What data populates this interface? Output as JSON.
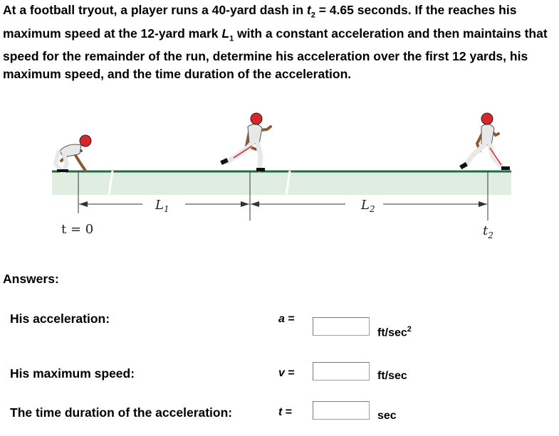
{
  "problem": {
    "p1": "At a football tryout, a player runs a 40-yard dash in ",
    "t2_sym": "t",
    "t2_sub": "2",
    "p2": " = 4.65 seconds. If the reaches his maximum speed at the 12-yard mark ",
    "L1_sym": "L",
    "L1_sub": "1",
    "p3": " with a constant acceleration and then maintains that speed for the remainder of the run, determine his acceleration over the first 12 yards, his maximum speed, and the time duration of the acceleration."
  },
  "figure": {
    "t0_label": "t = 0",
    "L1_letter": "L",
    "L1_sub": "1",
    "L2_letter": "L",
    "L2_sub": "2",
    "t2_letter": "t",
    "t2_sub": "2",
    "colors": {
      "ground": "#dfeee0",
      "ground_line": "#1e6b4a",
      "helmet": "#d9262c",
      "uniform": "#e8e8e8",
      "skin": "#8a5a33"
    }
  },
  "answers_heading": "Answers:",
  "rows": [
    {
      "label": "His acceleration:",
      "var": "a",
      "eq": " =",
      "value": "",
      "unit": "ft/sec",
      "unit_sup": "2"
    },
    {
      "label": "His maximum speed:",
      "var": "v",
      "eq": " =",
      "value": "",
      "unit": "ft/sec",
      "unit_sup": ""
    },
    {
      "label": "The time duration of the acceleration:",
      "var": "t",
      "eq": " =",
      "value": "",
      "unit": "sec",
      "unit_sup": ""
    }
  ]
}
